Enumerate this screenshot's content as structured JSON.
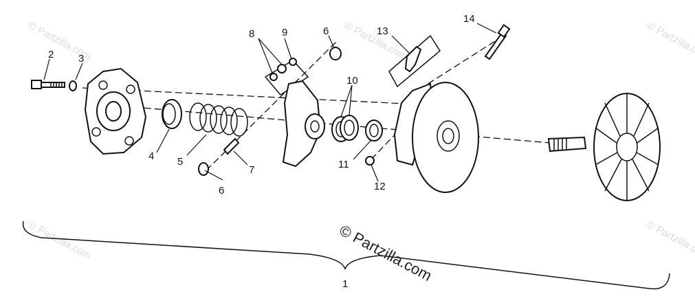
{
  "diagram": {
    "callouts": [
      "1",
      "2",
      "3",
      "4",
      "5",
      "6",
      "6",
      "7",
      "8",
      "9",
      "10",
      "11",
      "12",
      "13",
      "14"
    ],
    "watermark_main": "© Partzilla.com",
    "watermark_faint": "© Partzilla.com"
  }
}
